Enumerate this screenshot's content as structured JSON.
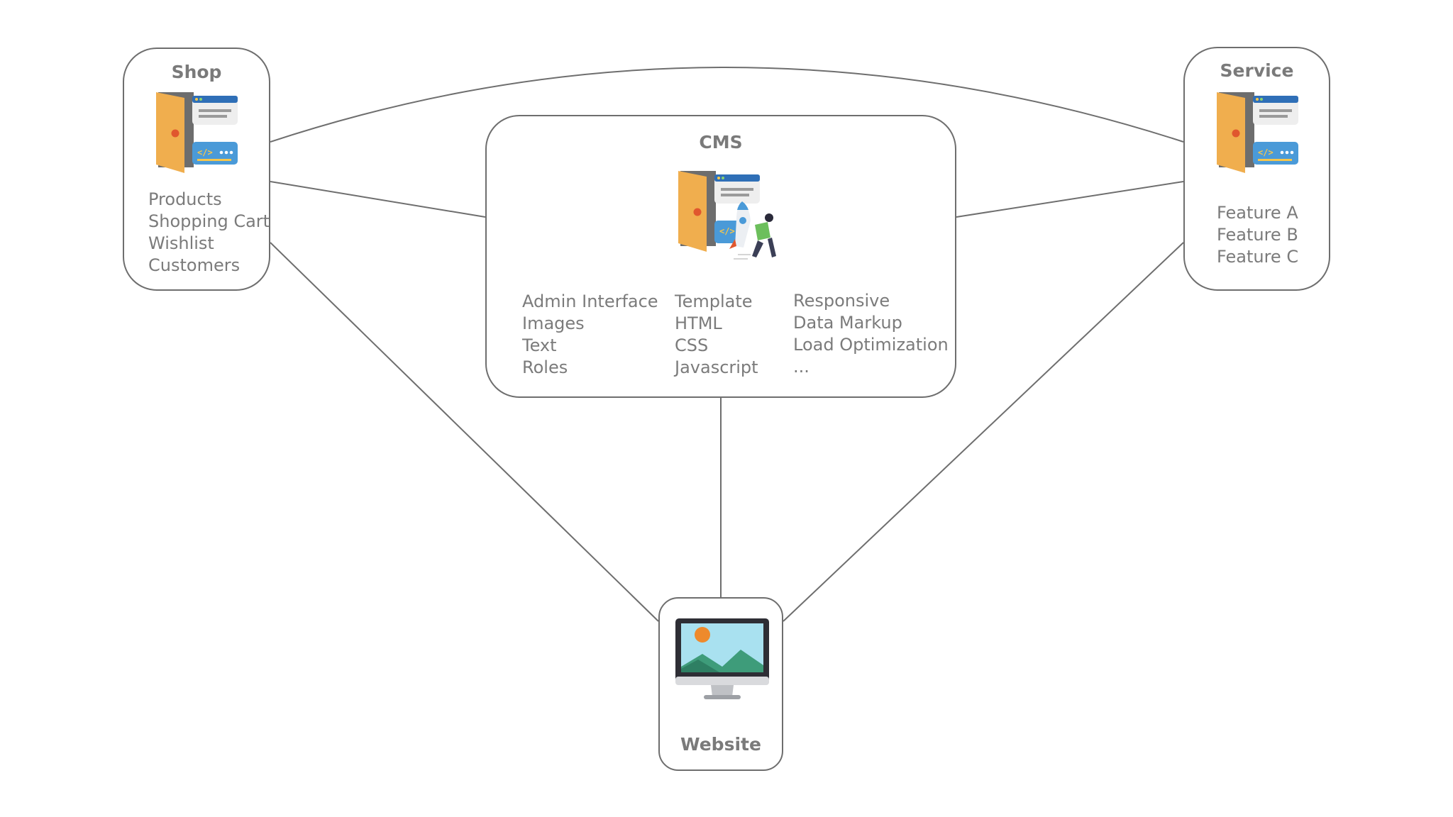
{
  "nodes": {
    "shop": {
      "title": "Shop",
      "items": [
        "Products",
        "Shopping Cart",
        "Wishlist",
        "Customers"
      ],
      "icon": "door-code-icon"
    },
    "cms": {
      "title": "CMS",
      "columns": [
        [
          "Admin Interface",
          "Images",
          "Text",
          "Roles"
        ],
        [
          "Template",
          "HTML",
          "CSS",
          "Javascript"
        ],
        [
          "Responsive",
          "Data Markup",
          "Load Optimization",
          "..."
        ]
      ],
      "icon": "door-code-rocket-runner-icon"
    },
    "service": {
      "title": "Service",
      "items": [
        "Feature A",
        "Feature B",
        "Feature C"
      ],
      "icon": "door-code-icon"
    },
    "website": {
      "title": "Website",
      "icon": "monitor-landscape-icon"
    }
  },
  "connections": [
    [
      "shop",
      "service"
    ],
    [
      "shop",
      "cms"
    ],
    [
      "cms",
      "service"
    ],
    [
      "shop",
      "website"
    ],
    [
      "cms",
      "website"
    ],
    [
      "service",
      "website"
    ]
  ],
  "colors": {
    "line": "#6e6e6e",
    "text": "#7b7b7b",
    "door": "#f0ae4e",
    "door_frame": "#6d6d6d",
    "window_bar": "#2f6fb7",
    "code_bubble": "#4a9ad8"
  }
}
